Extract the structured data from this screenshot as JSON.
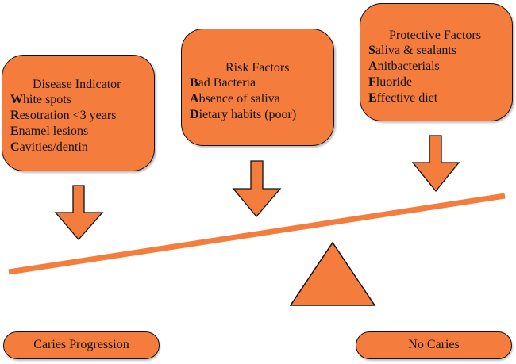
{
  "diagram": {
    "colors": {
      "fill": "#F47C3C",
      "stroke": "#111111",
      "beam": "#F47C3C"
    },
    "boxes": {
      "disease": {
        "title": "Disease Indicator",
        "items": [
          {
            "initial": "W",
            "rest": "hite spots"
          },
          {
            "initial": "R",
            "rest": "esotration <3 years"
          },
          {
            "initial": "E",
            "rest": "namel lesions"
          },
          {
            "initial": "C",
            "rest": "avities/dentin"
          }
        ]
      },
      "risk": {
        "title": "Risk Factors",
        "items": [
          {
            "initial": "B",
            "rest": "ad Bacteria"
          },
          {
            "initial": "A",
            "rest": "bsence of saliva"
          },
          {
            "initial": "D",
            "rest": "ietary habits (poor)"
          }
        ]
      },
      "protective": {
        "title": "Protective Factors",
        "items": [
          {
            "initial": "S",
            "rest": "aliva & sealants"
          },
          {
            "initial": "A",
            "rest": "nitbacterials"
          },
          {
            "initial": "F",
            "rest": "luoride"
          },
          {
            "initial": "E",
            "rest": "ffective diet"
          }
        ]
      }
    },
    "outcomes": {
      "left": "Caries Progression",
      "right": "No Caries"
    }
  }
}
